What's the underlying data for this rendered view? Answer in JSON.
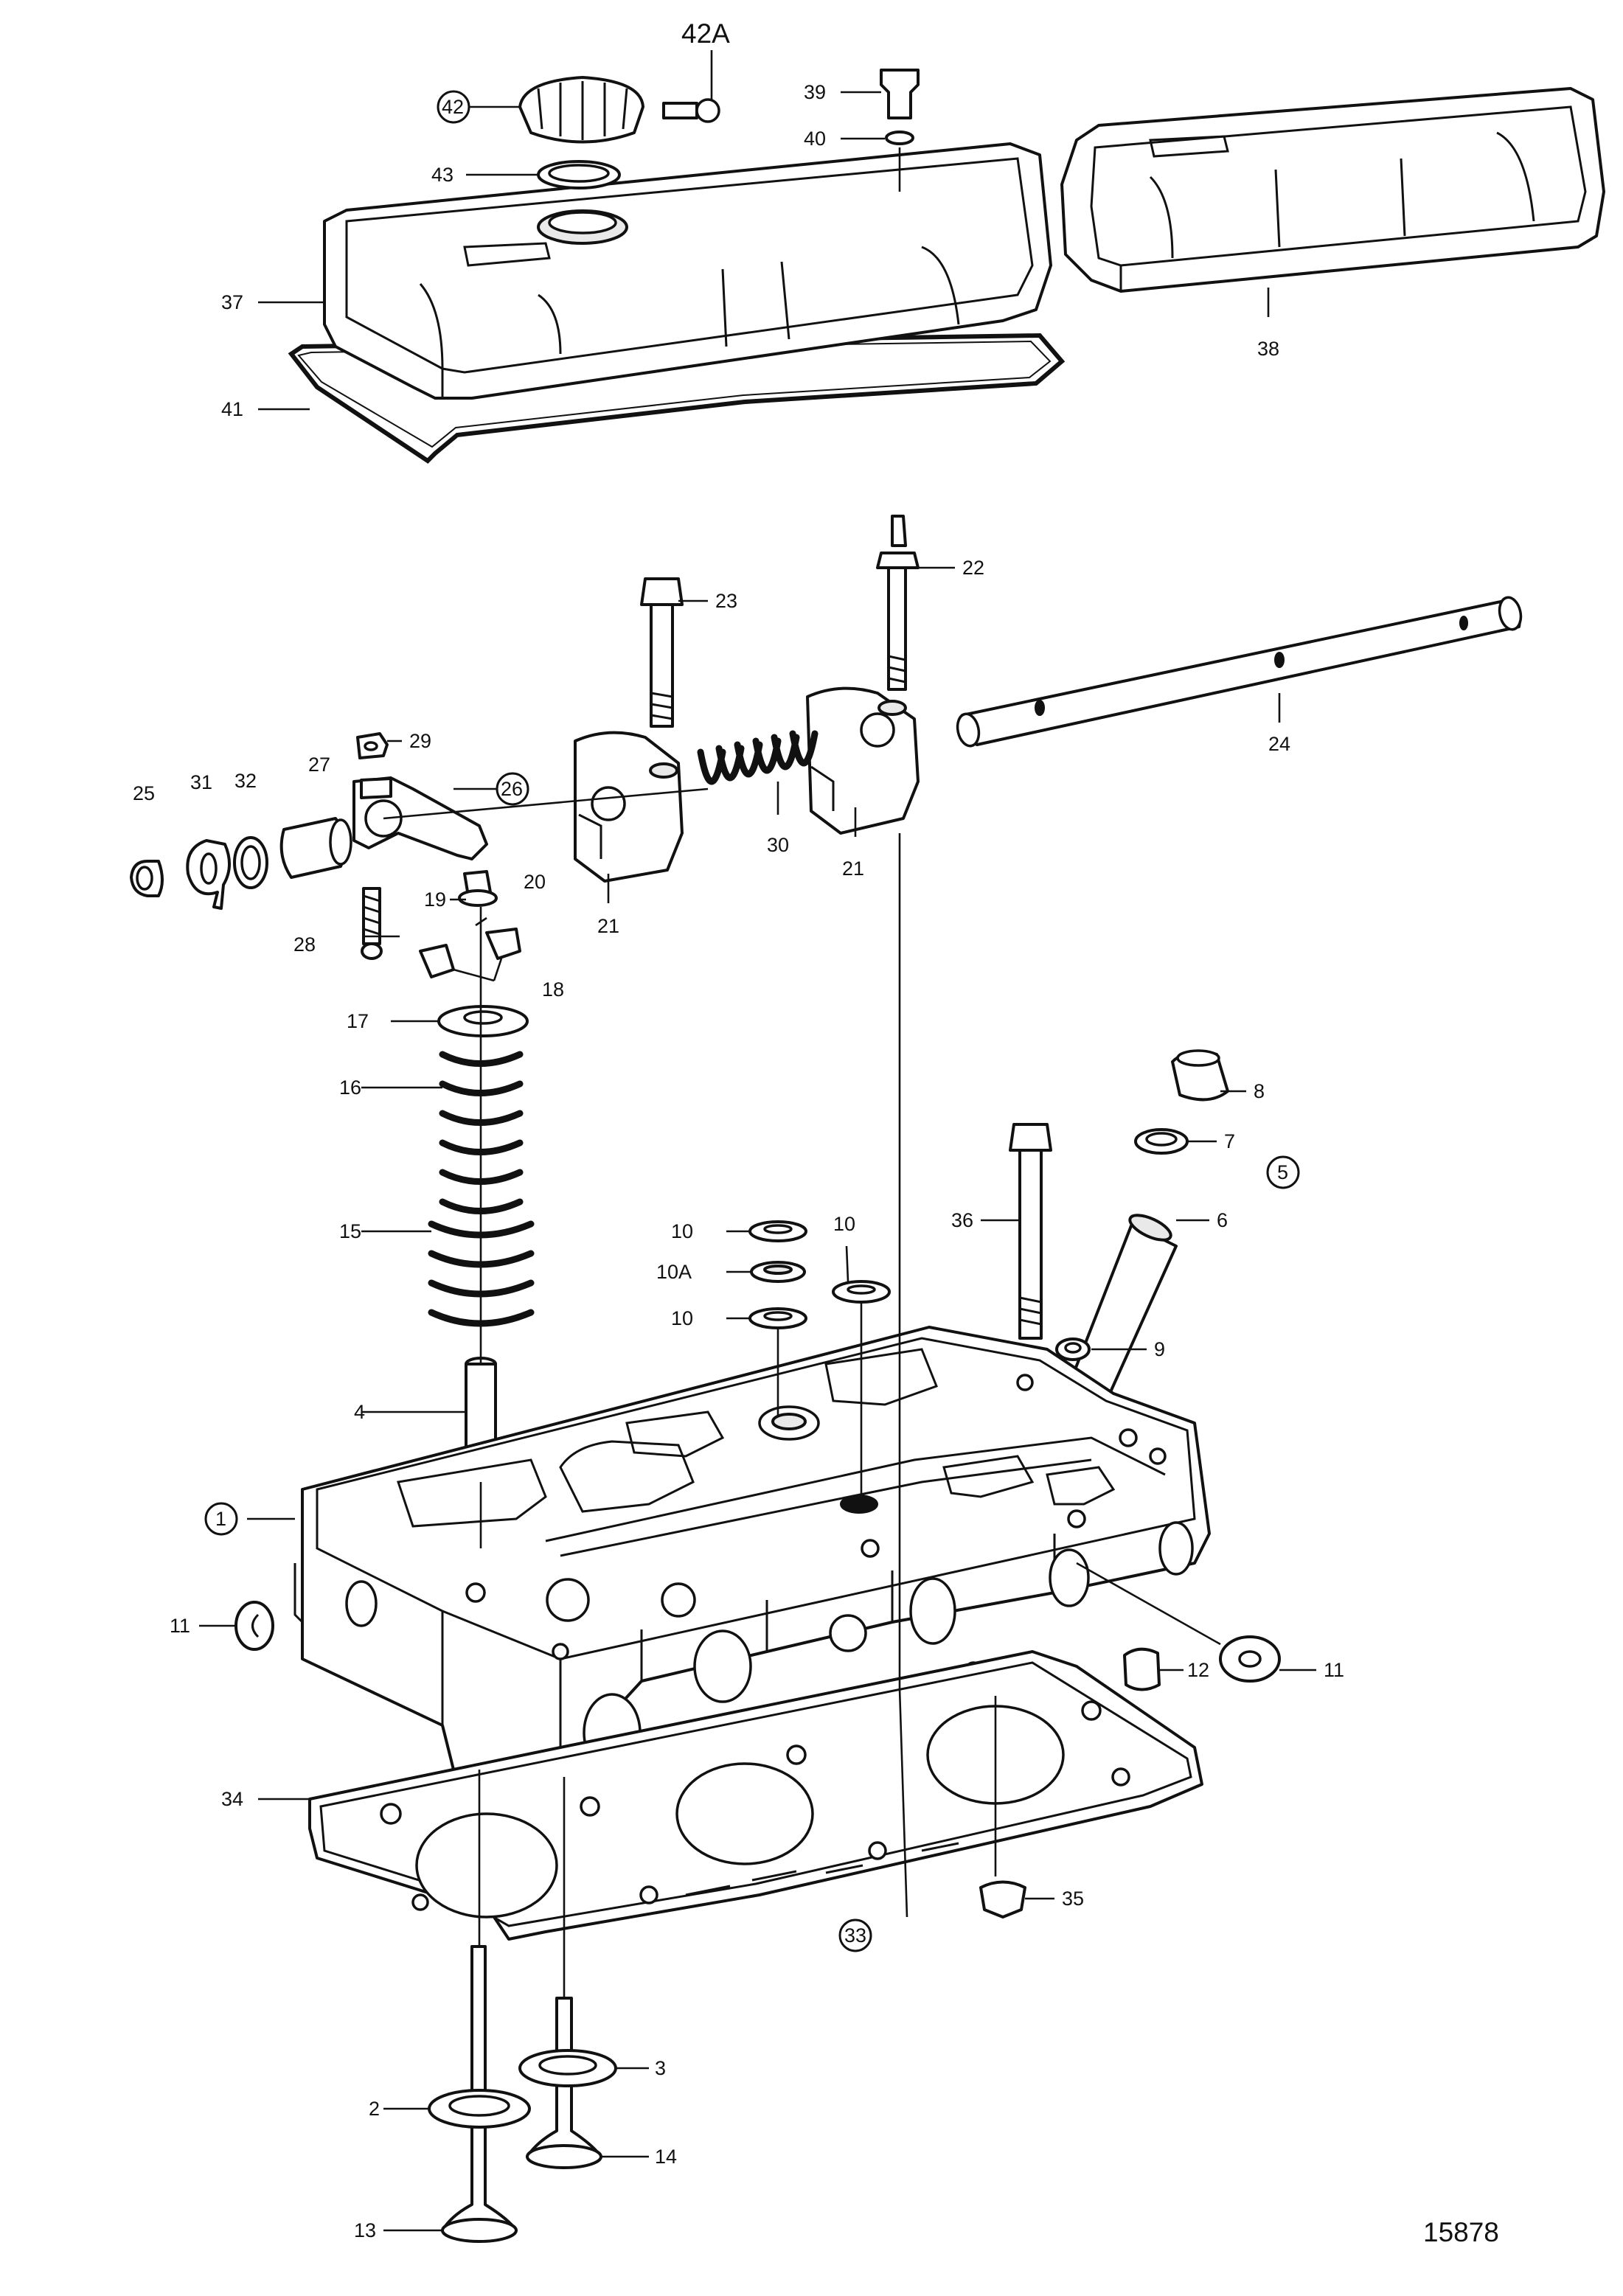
{
  "drawing_number": "15878",
  "callouts": {
    "c1": "1",
    "c2": "2",
    "c3": "3",
    "c4": "4",
    "c5": "5",
    "c6": "6",
    "c7": "7",
    "c8": "8",
    "c9": "9",
    "c10a": "10",
    "c10A": "10A",
    "c10b": "10",
    "c10c": "10",
    "c11a": "11",
    "c11b": "11",
    "c12": "12",
    "c13": "13",
    "c14": "14",
    "c15": "15",
    "c16": "16",
    "c17": "17",
    "c18": "18",
    "c19": "19",
    "c20": "20",
    "c21a": "21",
    "c21b": "21",
    "c22": "22",
    "c23": "23",
    "c24": "24",
    "c25": "25",
    "c26": "26",
    "c27": "27",
    "c28": "28",
    "c29": "29",
    "c30": "30",
    "c31": "31",
    "c32": "32",
    "c33": "33",
    "c34": "34",
    "c35": "35",
    "c36": "36",
    "c37": "37",
    "c38": "38",
    "c39": "39",
    "c40": "40",
    "c41": "41",
    "c42": "42",
    "c42A": "42A",
    "c43": "43"
  },
  "circled_callouts": [
    "1",
    "5",
    "26",
    "33",
    "42"
  ],
  "icons": {
    "valve-cover": "valve-cover-icon",
    "cylinder-head": "cylinder-head-icon",
    "head-gasket": "head-gasket-icon",
    "rocker-shaft": "rocker-shaft-icon",
    "valve-spring": "valve-spring-icon",
    "valve": "valve-icon",
    "injector": "injector-icon"
  }
}
